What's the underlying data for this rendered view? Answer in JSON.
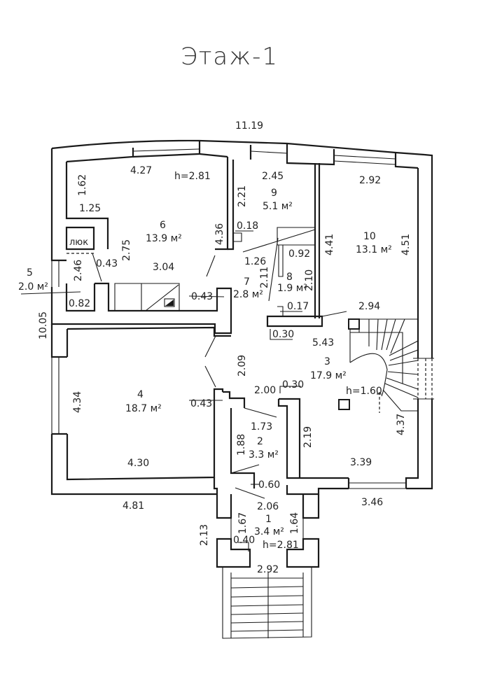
{
  "title": "Этаж-1",
  "overall_dimensions": {
    "width_top": "11.19",
    "height_left": "10.05",
    "bottom_left": "4.81",
    "bottom_right": "3.46",
    "porch_height": "2.13"
  },
  "rooms": [
    {
      "number": "1",
      "area": "3.4 м²",
      "dims": [
        "2.06",
        "1.67",
        "1.64",
        "0.40",
        "2.92"
      ],
      "height": "h=2.81"
    },
    {
      "number": "2",
      "area": "3.3 м²",
      "dims": [
        "1.73",
        "1.88",
        "0.60"
      ]
    },
    {
      "number": "3",
      "area": "17.9 м²",
      "dims": [
        "5.43",
        "2.94",
        "2.19",
        "3.39",
        "4.37",
        "0.30",
        "2.00"
      ],
      "height": "h=1.60"
    },
    {
      "number": "4",
      "area": "18.7 м²",
      "dims": [
        "4.34",
        "4.30",
        "0.43"
      ]
    },
    {
      "number": "5",
      "area": "2.0 м²",
      "dims": [
        "2.46",
        "0.82"
      ],
      "hatch_label": "люк"
    },
    {
      "number": "6",
      "area": "13.9 м²",
      "dims": [
        "4.27",
        "1.62",
        "1.25",
        "2.75",
        "0.43",
        "3.04",
        "4.36",
        "0.43"
      ],
      "height": "h=2.81"
    },
    {
      "number": "7",
      "area": "2.8 м²",
      "dims": [
        "1.26",
        "2.11",
        "2.09"
      ]
    },
    {
      "number": "8",
      "area": "1.9 м²",
      "dims": [
        "0.92",
        "2.10",
        "0.17",
        "0.30"
      ]
    },
    {
      "number": "9",
      "area": "5.1 м²",
      "dims": [
        "2.45",
        "2.21",
        "0.18"
      ]
    },
    {
      "number": "10",
      "area": "13.1 м²",
      "dims": [
        "2.92",
        "4.41",
        "4.51"
      ]
    }
  ]
}
